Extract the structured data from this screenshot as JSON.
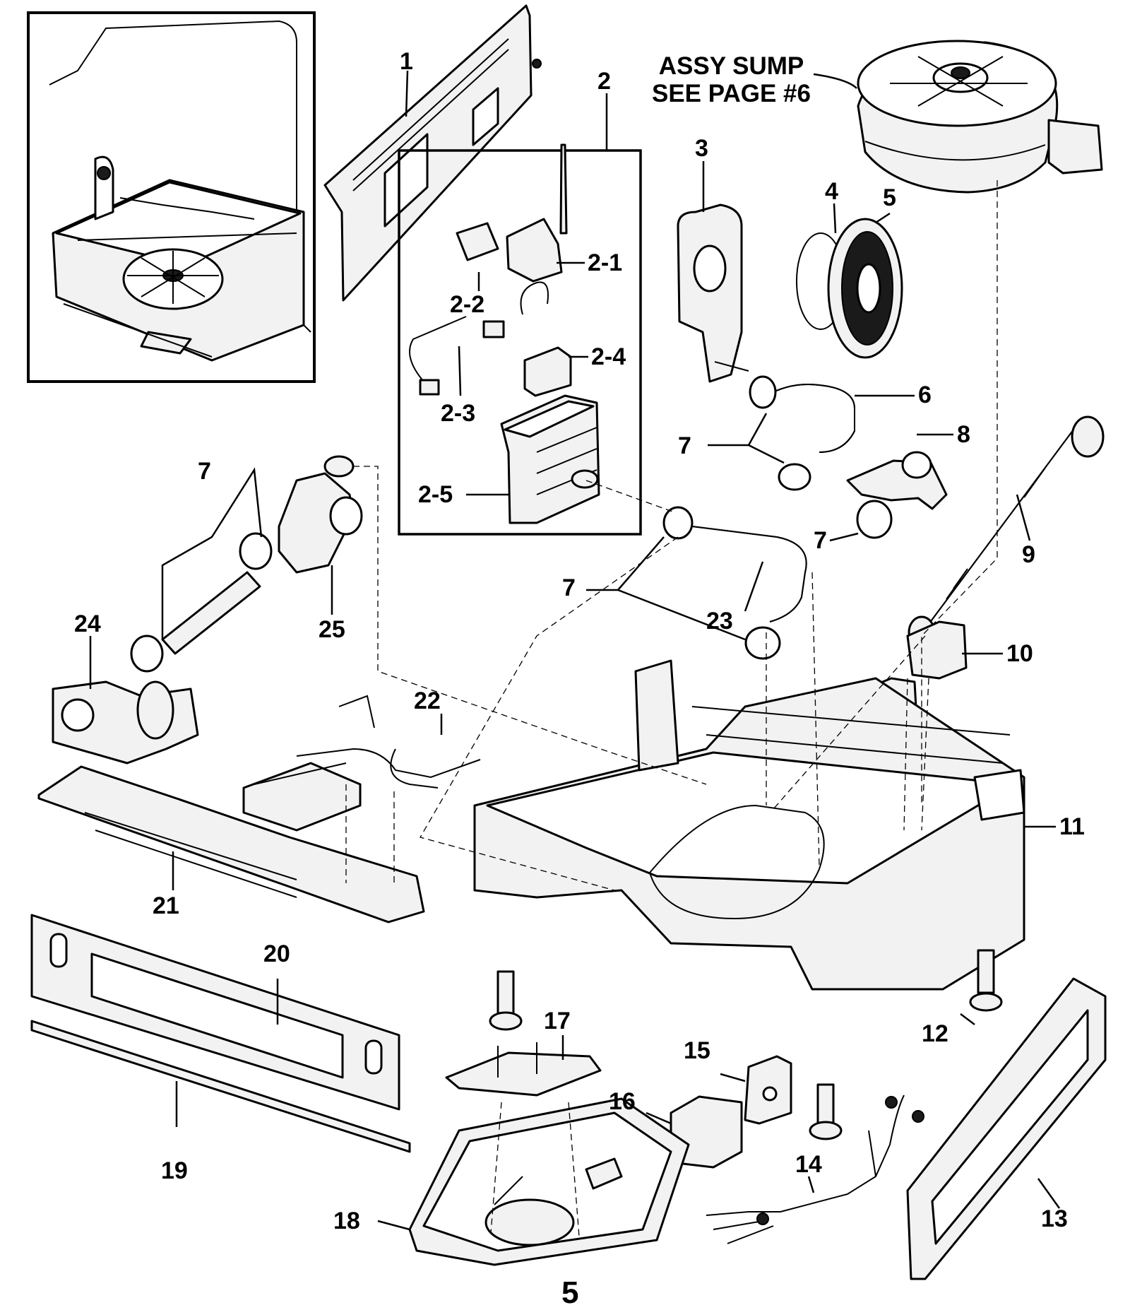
{
  "callouts": {
    "assy_sump": [
      "ASSY SUMP",
      "SEE PAGE #6"
    ],
    "p1": "1",
    "p2": "2",
    "p2_1": "2-1",
    "p2_2": "2-2",
    "p2_3": "2-3",
    "p2_4": "2-4",
    "p2_5": "2-5",
    "p3": "3",
    "p4": "4",
    "p5": "5",
    "p6": "6",
    "p7a": "7",
    "p7b": "7",
    "p7c": "7",
    "p7d": "7",
    "p8": "8",
    "p9": "9",
    "p10": "10",
    "p11": "11",
    "p12": "12",
    "p13": "13",
    "p14": "14",
    "p15": "15",
    "p16": "16",
    "p17": "17",
    "p18": "18",
    "p19": "19",
    "p20": "20",
    "p21": "21",
    "p22": "22",
    "p23": "23",
    "p24": "24",
    "p25": "25",
    "page_number": "5"
  }
}
